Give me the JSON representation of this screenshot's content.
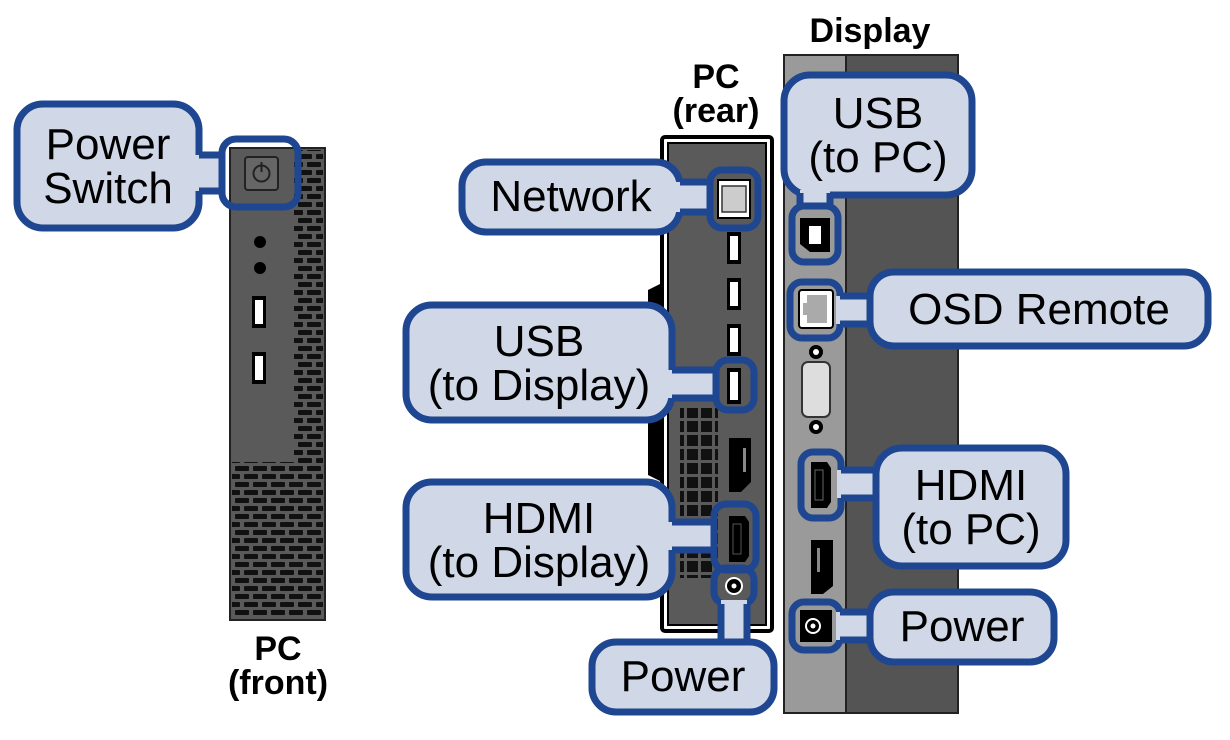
{
  "titles": {
    "pc_front": [
      "PC",
      "(front)"
    ],
    "pc_rear": [
      "PC",
      "(rear)"
    ],
    "display": "Display"
  },
  "callouts": {
    "power_switch": [
      "Power",
      "Switch"
    ],
    "network": "Network",
    "usb_to_display": [
      "USB",
      "(to Display)"
    ],
    "hdmi_to_display": [
      "HDMI",
      "(to Display)"
    ],
    "pc_power": "Power",
    "usb_to_pc": [
      "USB",
      "(to PC)"
    ],
    "osd_remote": "OSD Remote",
    "hdmi_to_pc": [
      "HDMI",
      "(to PC)"
    ],
    "display_power": "Power"
  },
  "colors": {
    "callout_fill": "#d0d8e8",
    "callout_border": "#1f4690",
    "device_dark": "#5a5a5a",
    "display_panel": "#9a9a9a",
    "display_body": "#545454"
  }
}
